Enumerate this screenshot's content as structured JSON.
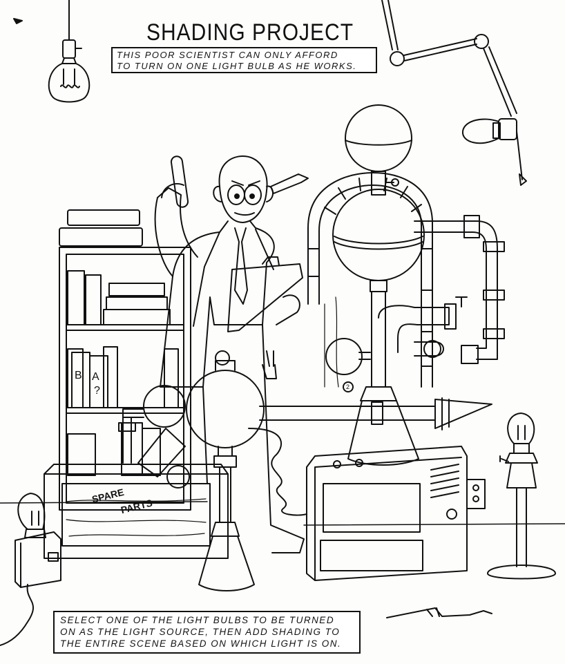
{
  "title": "SHADING PROJECT",
  "intro": {
    "line1": "THIS POOR SCIENTIST CAN ONLY AFFORD",
    "line2": "TO TURN ON ONE LIGHT BULB AS HE WORKS."
  },
  "crate_label": {
    "line1": "SPARE",
    "line2": "PARTS"
  },
  "book_letters": [
    "A",
    "?",
    "B"
  ],
  "gauge_number": "2",
  "instructions": {
    "line1": "SELECT ONE OF THE LIGHT BULBS TO BE TURNED",
    "line2": "ON AS THE LIGHT SOURCE, THEN ADD SHADING TO",
    "line3": "THE ENTIRE SCENE BASED ON WHICH LIGHT IS ON."
  },
  "light_bulbs": [
    {
      "name": "ceiling-hanging-bulb-icon"
    },
    {
      "name": "swing-arm-lamp-bulb-icon"
    },
    {
      "name": "floor-lamp-bulb-icon"
    },
    {
      "name": "switch-box-bulb-icon"
    }
  ],
  "colors": {
    "ink": "#111111",
    "paper": "#fdfdfb"
  }
}
